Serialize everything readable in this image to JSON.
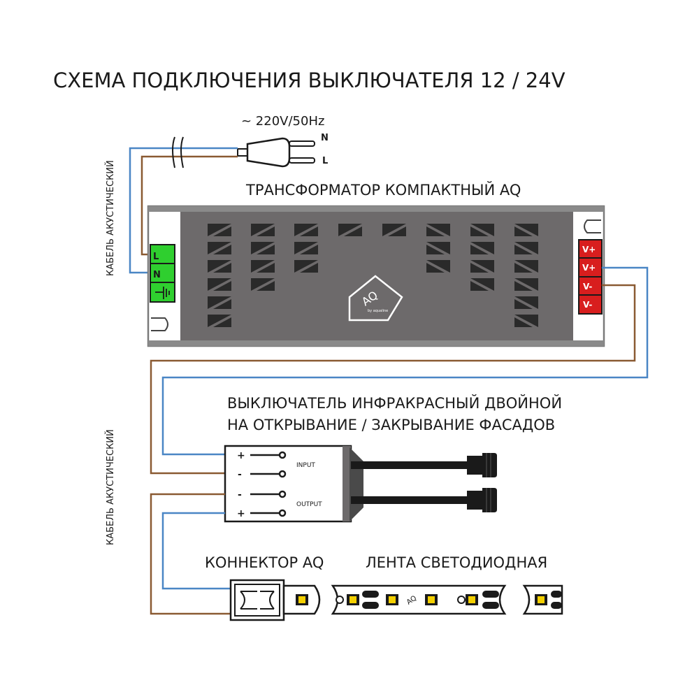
{
  "title": "СХЕМА ПОДКЛЮЧЕНИЯ ВЫКЛЮЧАТЕЛЯ 12 / 24V",
  "power": {
    "label": "~ 220V/50Hz",
    "pin_n": "N",
    "pin_l": "L"
  },
  "cable_label": "КАБЕЛЬ АКУСТИЧЕСКИЙ",
  "transformer": {
    "title": "ТРАНСФОРМАТОР КОМПАКТНЫЙ AQ",
    "input_terminals": [
      "L",
      "N",
      "⏚"
    ],
    "output_terminals": [
      "V+",
      "V+",
      "V-",
      "V-"
    ],
    "logo_text": "AQ",
    "logo_sub": "by aqualine"
  },
  "switch": {
    "title_line1": "ВЫКЛЮЧАТЕЛЬ ИНФРАКРАСНЫЙ ДВОЙНОЙ",
    "title_line2": "НА ОТКРЫВАНИЕ / ЗАКРЫВАНИЕ ФАСАДОВ",
    "input_label": "INPUT",
    "output_label": "OUTPUT",
    "input_signs": [
      "+",
      "-"
    ],
    "output_signs": [
      "-",
      "+"
    ]
  },
  "connector": {
    "title": "КОННЕКТОР AQ"
  },
  "strip": {
    "title": "ЛЕНТА СВЕТОДИОДНАЯ",
    "logo_text": "AQ"
  },
  "colors": {
    "blue_wire": "#4a86c5",
    "brown_wire": "#8a5a32",
    "green_terminal": "#2fcf2f",
    "red_terminal": "#d81e1e",
    "transformer_body": "#6d6a6b",
    "led_yellow": "#f4d000"
  }
}
